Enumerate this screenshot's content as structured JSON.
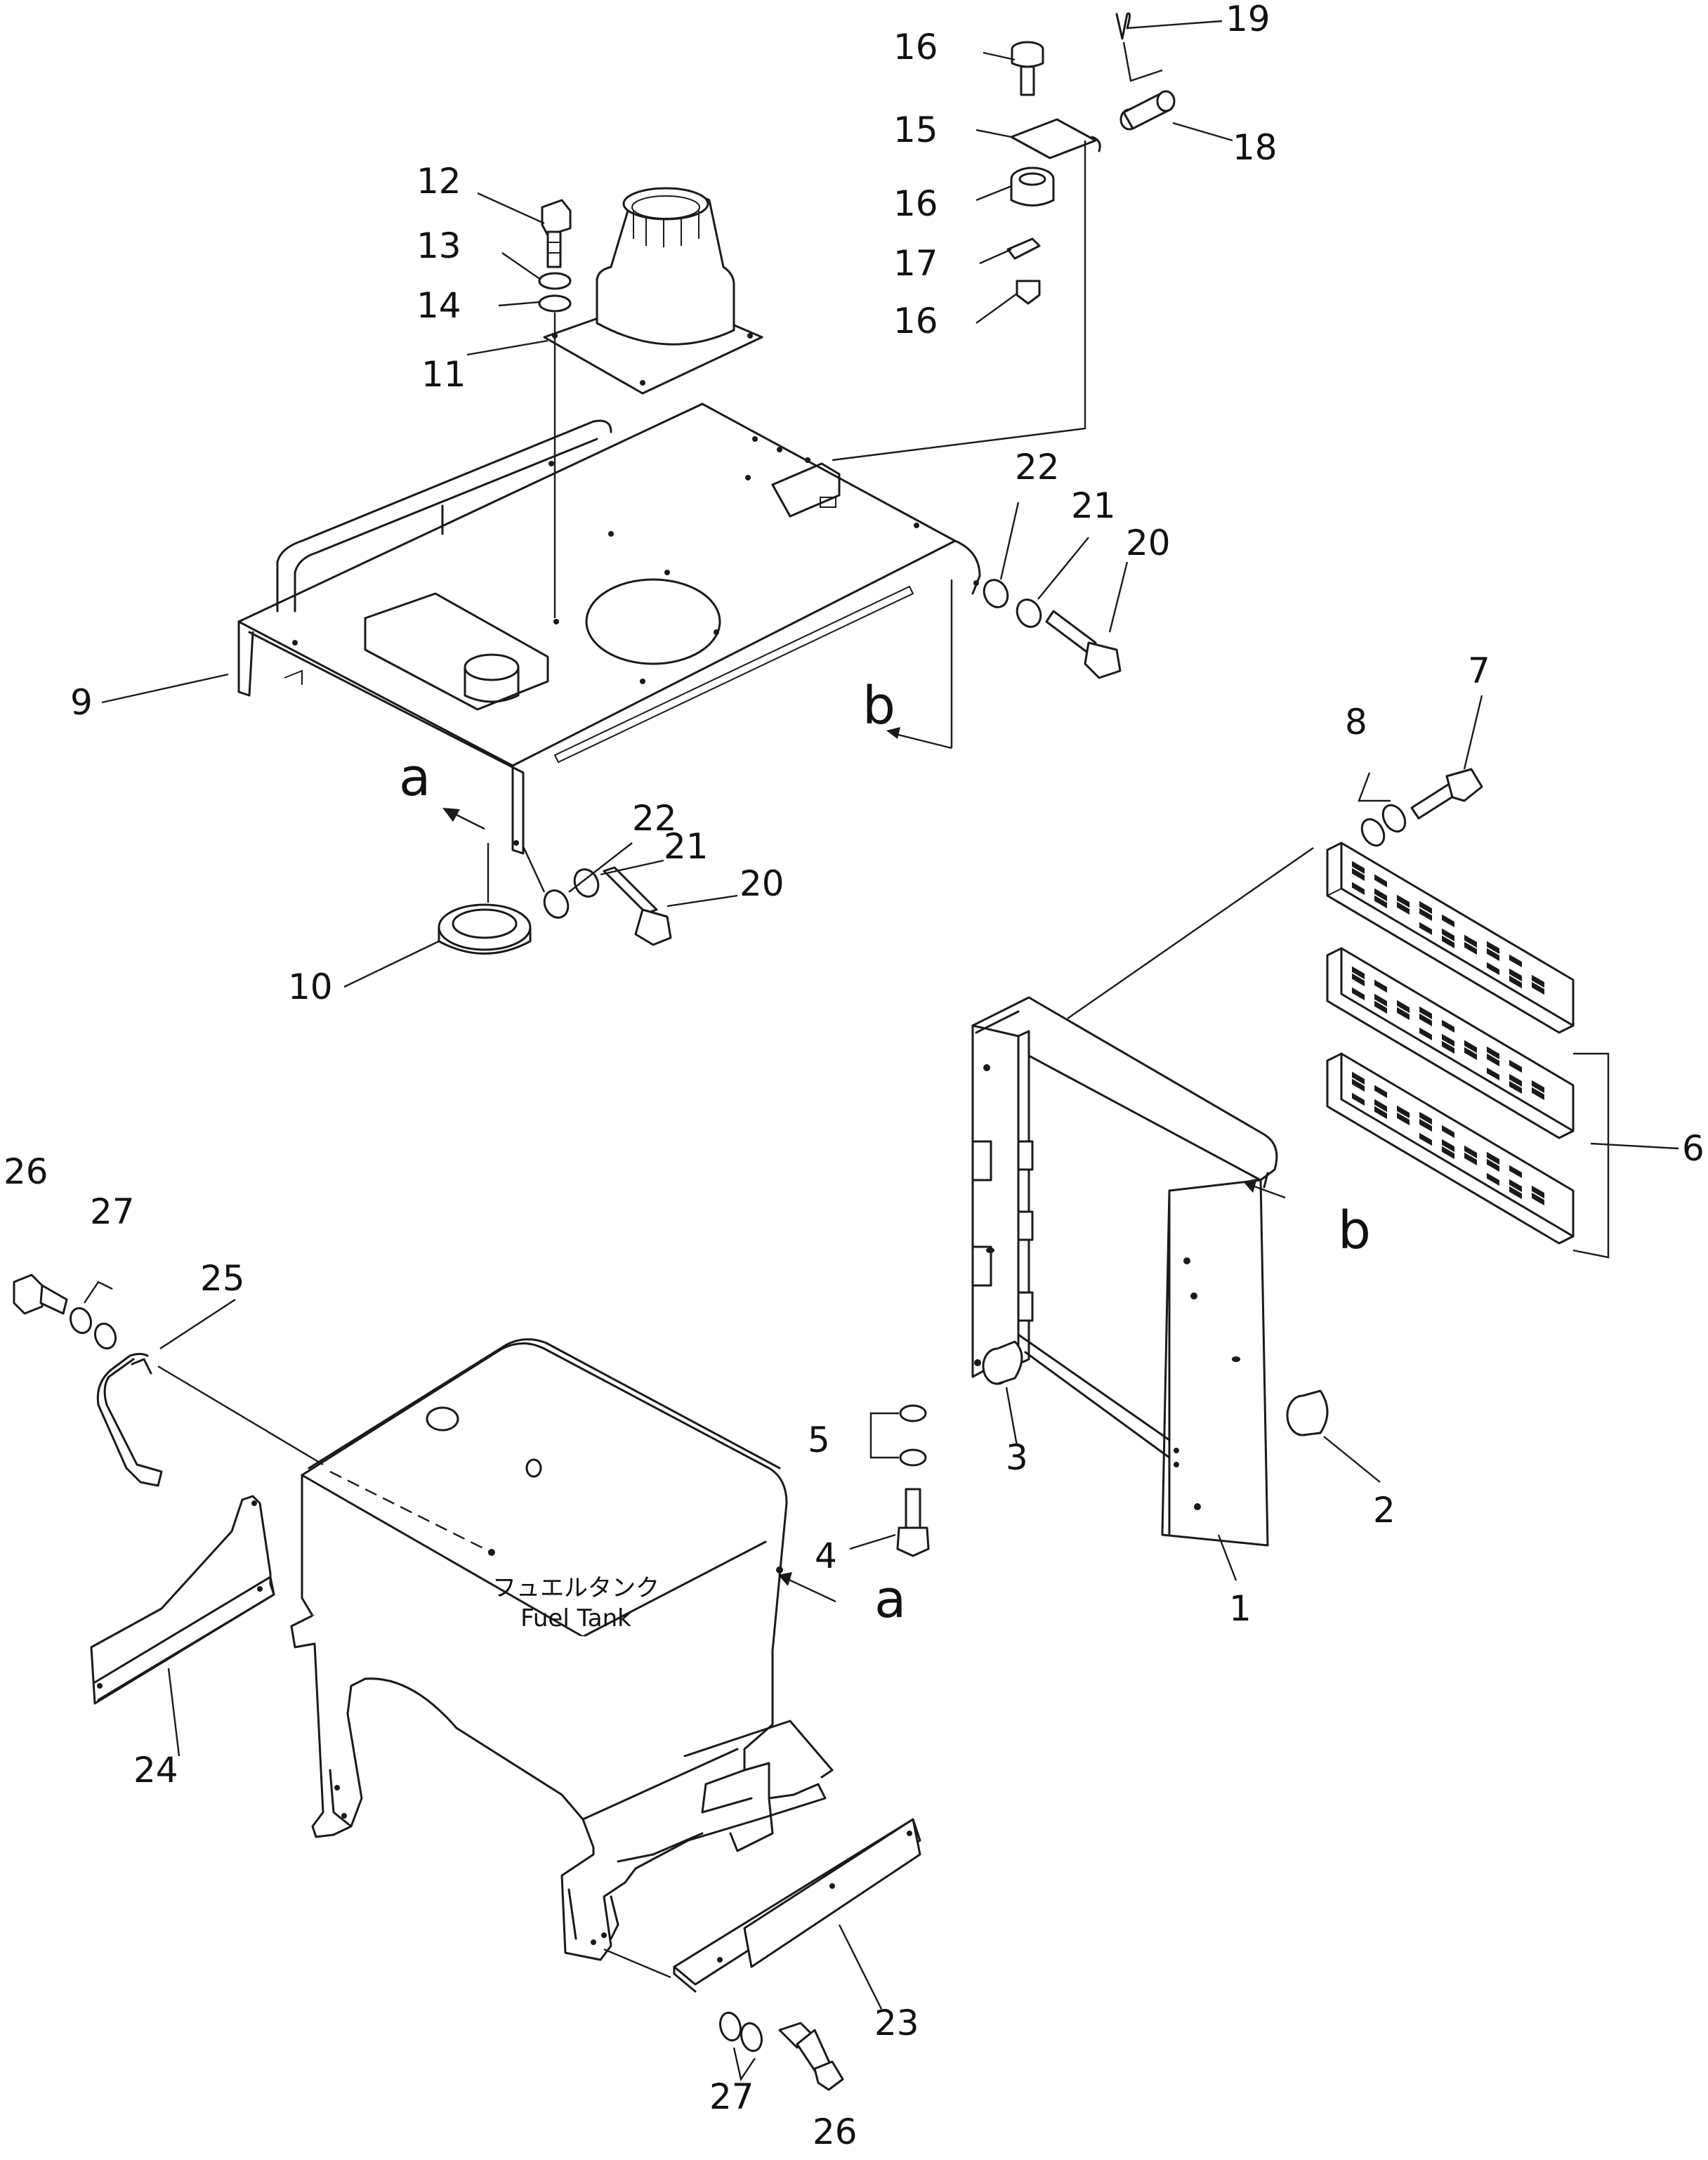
{
  "callouts": {
    "c1": "1",
    "c2": "2",
    "c3": "3",
    "c4": "4",
    "c5": "5",
    "c6": "6",
    "c7": "7",
    "c8": "8",
    "c9": "9",
    "c10": "10",
    "c11": "11",
    "c12": "12",
    "c13": "13",
    "c14": "14",
    "c15": "15",
    "c16a": "16",
    "c16b": "16",
    "c16c": "16",
    "c17": "17",
    "c18": "18",
    "c19": "19",
    "c20a": "20",
    "c20b": "20",
    "c21a": "21",
    "c21b": "21",
    "c22a": "22",
    "c22b": "22",
    "c23": "23",
    "c24": "24",
    "c25": "25",
    "c26a": "26",
    "c26b": "26",
    "c27a": "27",
    "c27b": "27"
  },
  "views": {
    "a_top": "a",
    "a_tank": "a",
    "b_top": "b",
    "b_frame": "b"
  },
  "tank": {
    "label_jp": "フュエルタンク",
    "label_en": "Fuel Tank"
  }
}
